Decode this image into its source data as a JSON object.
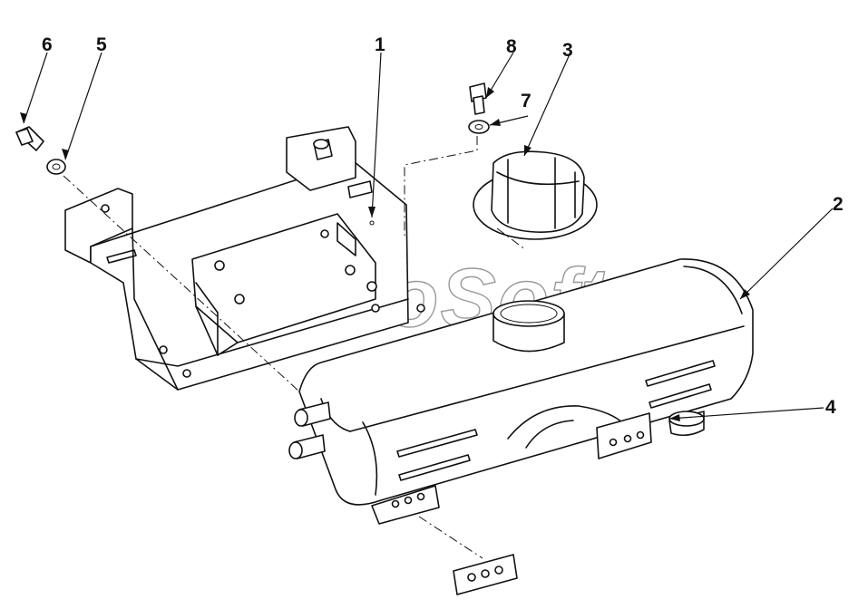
{
  "diagram": {
    "watermark": "AutoSoft",
    "callouts": [
      {
        "id": "c1",
        "label": "1"
      },
      {
        "id": "c2",
        "label": "2"
      },
      {
        "id": "c3",
        "label": "3"
      },
      {
        "id": "c4",
        "label": "4"
      },
      {
        "id": "c5",
        "label": "5"
      },
      {
        "id": "c6",
        "label": "6"
      },
      {
        "id": "c7",
        "label": "7"
      },
      {
        "id": "c8",
        "label": "8"
      }
    ]
  }
}
